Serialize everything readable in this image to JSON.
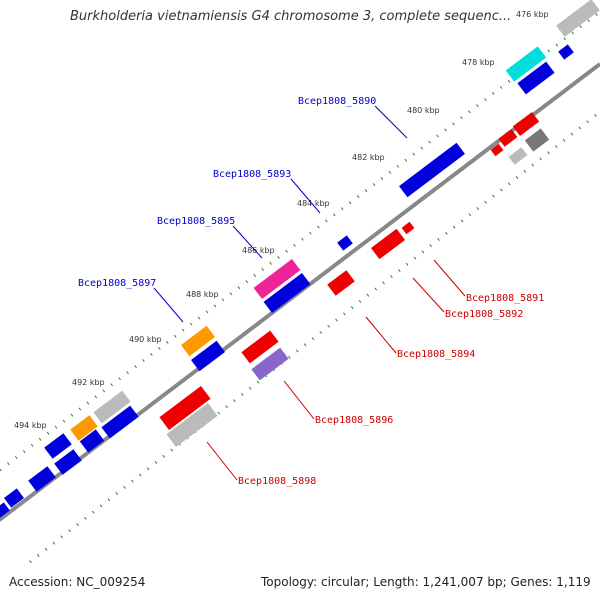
{
  "title": "Burkholderia vietnamiensis G4 chromosome 3, complete sequenc...",
  "footer": {
    "accession": "Accession: NC_009254",
    "summary": "Topology: circular; Length: 1,241,007 bp; Genes: 1,119"
  },
  "colors": {
    "forward_gene": "#0000dd",
    "reverse_gene": "#ee0000",
    "hypothetical": "#bbbbbb",
    "dark_gray": "#777777",
    "orange": "#ff9900",
    "magenta": "#ee2299",
    "cyan": "#00dddd",
    "purple": "#8866cc",
    "backbone": "#888888",
    "tick": "#228822",
    "label_forward": "#0000cc",
    "label_reverse": "#cc0000"
  },
  "scale_labels": [
    "476 kbp",
    "478 kbp",
    "480 kbp",
    "482 kbp",
    "484 kbp",
    "486 kbp",
    "488 kbp",
    "490 kbp",
    "492 kbp",
    "494 kbp"
  ],
  "forward_labels": [
    "Bcep1808_5890",
    "Bcep1808_5893",
    "Bcep1808_5895",
    "Bcep1808_5897"
  ],
  "reverse_labels": [
    "Bcep1808_5891",
    "Bcep1808_5892",
    "Bcep1808_5894",
    "Bcep1808_5896",
    "Bcep1808_5898"
  ]
}
